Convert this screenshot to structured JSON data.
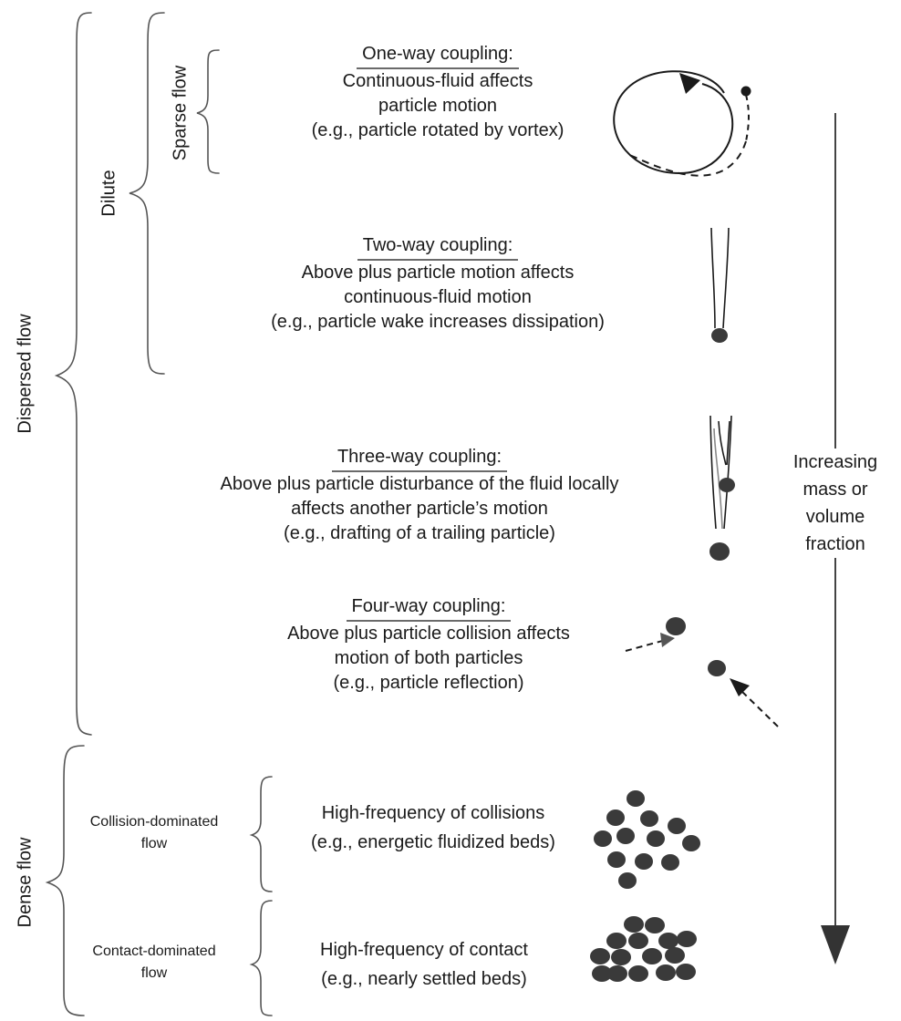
{
  "side_labels": {
    "dispersed": "Dispersed flow",
    "dilute": "Dilute",
    "sparse": "Sparse flow",
    "dense": "Dense flow",
    "collision_dominated": [
      "Collision-dominated",
      "flow"
    ],
    "contact_dominated": [
      "Contact-dominated",
      "flow"
    ]
  },
  "blocks": [
    {
      "title": "One-way coupling:",
      "lines": [
        "Continuous-fluid affects",
        "particle motion",
        "(e.g., particle rotated by vortex)"
      ],
      "icon": "vortex-particle-icon"
    },
    {
      "title": "Two-way coupling:",
      "lines": [
        "Above plus particle motion affects",
        "continuous-fluid motion",
        "(e.g., particle wake increases dissipation)"
      ],
      "icon": "particle-wake-icon"
    },
    {
      "title": "Three-way coupling:",
      "lines": [
        "Above plus particle disturbance of the fluid locally",
        "affects another particle’s motion",
        "(e.g., drafting of a trailing particle)"
      ],
      "icon": "drafting-particles-icon"
    },
    {
      "title": "Four-way coupling:",
      "lines": [
        "Above plus particle collision affects",
        "motion of both particles",
        "(e.g., particle reflection)"
      ],
      "icon": "colliding-particles-icon"
    }
  ],
  "dense_blocks": [
    {
      "lines": [
        "High-frequency of collisions",
        "(e.g., energetic fluidized beds)"
      ],
      "icon": "fluidized-bed-particles-icon"
    },
    {
      "lines": [
        "High-frequency of contact",
        "(e.g., nearly settled beds)"
      ],
      "icon": "settled-bed-particles-icon"
    }
  ],
  "arrow_label": [
    "Increasing",
    "mass or",
    "volume",
    "fraction"
  ],
  "colors": {
    "ink": "#1a1a1a",
    "particle": "#3a3a3a",
    "rule": "#6a6a6a",
    "bracket": "#555555"
  }
}
